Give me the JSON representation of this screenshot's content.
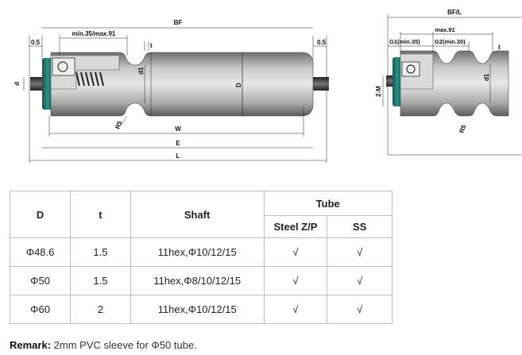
{
  "drawing": {
    "labels": {
      "bf": "BF",
      "gap_left": "0.5",
      "gap_right": "0.5",
      "min_max": "min.35/max.91",
      "t": "t",
      "d1": "d1",
      "d": "d",
      "D": "D",
      "R5": "R5",
      "W": "W",
      "E": "E",
      "L": "L",
      "bfl": "BF/L",
      "max91": "max.91",
      "g1": "G1(min.35)",
      "g2": "G2(min.30)",
      "t2": "t",
      "d1b": "d1",
      "m2": "2-M",
      "R5b": "R5"
    }
  },
  "table": {
    "headers": {
      "d": "D",
      "t": "t",
      "shaft": "Shaft",
      "tube": "Tube",
      "steel": "Steel Z/P",
      "ss": "SS"
    },
    "rows": [
      {
        "d": "Φ48.6",
        "t": "1.5",
        "shaft": "11hex,Φ10/12/15",
        "steel": "√",
        "ss": "√"
      },
      {
        "d": "Φ50",
        "t": "1.5",
        "shaft": "11hex,Φ8/10/12/15",
        "steel": "√",
        "ss": "√"
      },
      {
        "d": "Φ60",
        "t": "2",
        "shaft": "11hex,Φ10/12/15",
        "steel": "√",
        "ss": "√"
      }
    ]
  },
  "remark": {
    "label": "Remark:",
    "text": " 2mm PVC sleeve for Φ50 tube."
  }
}
